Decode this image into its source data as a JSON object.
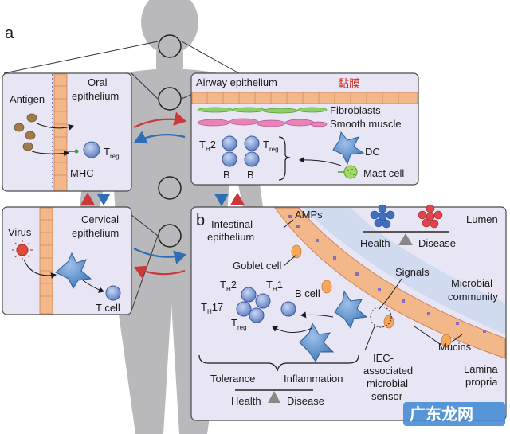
{
  "panel_a": {
    "label": "a",
    "oral": {
      "title_line1": "Oral",
      "title_line2": "epithelium",
      "antigen": "Antigen",
      "mhc": "MHC",
      "treg": "T",
      "treg_sub": "reg"
    },
    "cervical": {
      "title_line1": "Cervical",
      "title_line2": "epithelium",
      "virus": "Virus",
      "tcell": "T cell"
    },
    "airway": {
      "title": "Airway epithelium",
      "chinese": "黏膜",
      "fibroblasts": "Fibroblasts",
      "smooth_muscle": "Smooth muscle",
      "th2": "T",
      "th2_sub": "H",
      "th2_tail": "2",
      "treg": "T",
      "treg_sub": "reg",
      "b1": "B",
      "b2": "B",
      "dc": "DC",
      "mast": "Mast cell"
    }
  },
  "panel_b": {
    "label": "b",
    "intestinal_line1": "Intestinal",
    "intestinal_line2": "epithelium",
    "amps": "AMPs",
    "lumen": "Lumen",
    "health": "Health",
    "disease": "Disease",
    "goblet": "Goblet cell",
    "signals": "Signals",
    "microbial_line1": "Microbial",
    "microbial_line2": "community",
    "th2": "T",
    "th2_sub": "H",
    "th2_tail": "2",
    "th1": "T",
    "th1_sub": "H",
    "th1_tail": "1",
    "th17": "T",
    "th17_sub": "H",
    "th17_tail": "17",
    "treg": "T",
    "treg_sub": "reg",
    "bcell": "B cell",
    "iec_line1": "IEC-",
    "iec_line2": "associated",
    "iec_line3": "microbial",
    "iec_line4": "sensor",
    "mucins": "Mucins",
    "lamina_line1": "Lamina",
    "lamina_line2": "propria",
    "tolerance": "Tolerance",
    "inflammation": "Inflammation",
    "health2": "Health",
    "disease2": "Disease"
  },
  "watermark": "广东龙网",
  "colors": {
    "panel_bg": "#e8e6f4",
    "panel_border": "#4a4a4a",
    "silhouette": "#b9b9bb",
    "epithelium": "#f2b88a",
    "epithelium_edge": "#c9835a",
    "cell_blue": "#6f8fce",
    "arrow_red": "#c9383a",
    "arrow_blue": "#2f6db5",
    "fibroblast": "#8fcf6a",
    "smooth_muscle": "#e783b8"
  }
}
